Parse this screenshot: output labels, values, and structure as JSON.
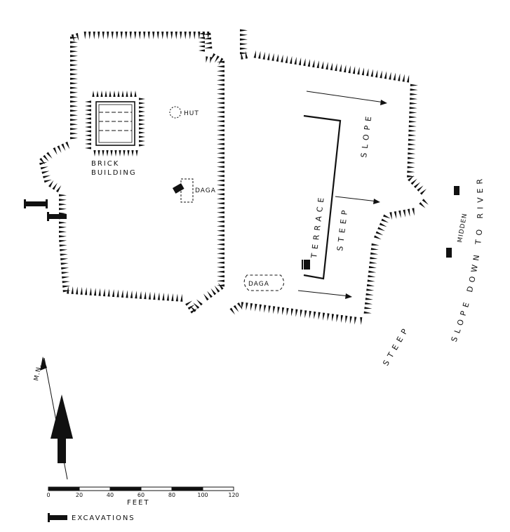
{
  "labels": {
    "hut": "HUT",
    "brick_line1": "BRICK",
    "brick_line2": "BUILDING",
    "daga_upper": "DAGA",
    "daga_lower": "DAGA",
    "terrace": "TERRACE",
    "steep_slope_inner": "STEEP",
    "steep_slope_inner2": "SLOPE",
    "steep_slope_outer": "STEEP",
    "slope_down_to_river": "SLOPE DOWN TO RIVER",
    "midden": "MIDDEN"
  },
  "north_arrow": {
    "label": "M.N."
  },
  "scale_bar": {
    "unit": "FEET",
    "ticks": [
      "0",
      "20",
      "40",
      "60",
      "80",
      "100",
      "120"
    ]
  },
  "legend": {
    "excavations": "EXCAVATIONS"
  },
  "colors": {
    "ink": "#111111",
    "paper": "#ffffff"
  }
}
